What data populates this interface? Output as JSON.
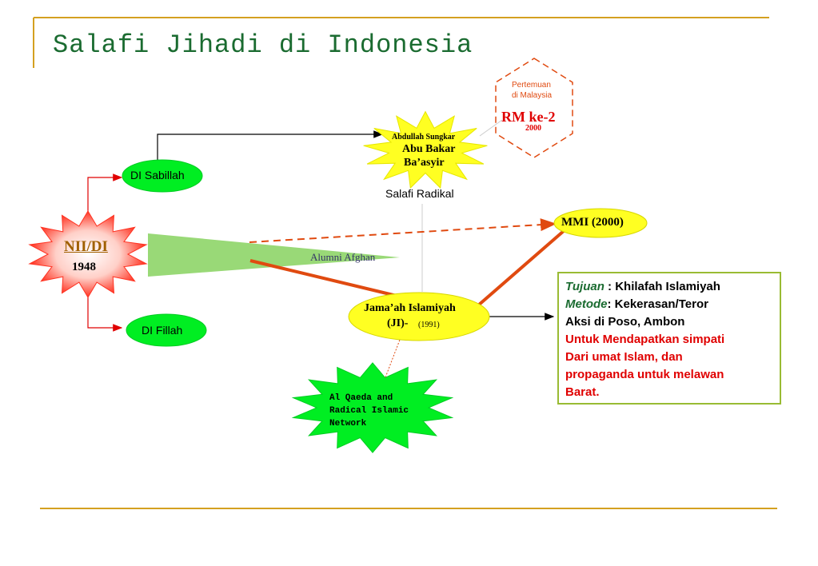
{
  "title": "Salafi Jihadi di Indonesia",
  "nodes": {
    "nii": {
      "label": "NII/DI",
      "year": "1948"
    },
    "di_sabillah": {
      "label": "DI Sabillah"
    },
    "di_fillah": {
      "label": "DI Fillah"
    },
    "abubakar": {
      "small": "Abdullah Sungkar",
      "line1": "Abu Bakar",
      "line2": "Ba’asyir"
    },
    "salafi_radikal": {
      "label": "Salafi Radikal"
    },
    "pertemuan": {
      "line1": "Pertemuan",
      "line2": "di Malaysia",
      "rm": "RM ke-2",
      "year": "2000"
    },
    "mmi": {
      "label": "MMI (2000)"
    },
    "alumni": {
      "label": "Alumni Afghan"
    },
    "ji": {
      "line1": "Jama’ah Islamiyah",
      "line2": "(JI)-",
      "year": "(1991)"
    },
    "alqaeda": {
      "line1": "Al Qaeda and",
      "line2": "Radical Islamic",
      "line3": "Network"
    }
  },
  "info_box": {
    "tujuan_label": "Tujuan",
    "tujuan_text": " : Khilafah Islamiyah",
    "metode_label": "Metode",
    "metode_text": ": Kekerasan/Teror",
    "line3": "Aksi di Poso, Ambon",
    "red1": "Untuk Mendapatkan simpati",
    "red2": "Dari umat Islam, dan",
    "red3": "propaganda untuk melawan",
    "red4": "Barat."
  },
  "colors": {
    "title": "#1a6b30",
    "rule": "#d4a020",
    "green_node": "#00ee22",
    "yellow_node": "#ffff22",
    "red_arrow": "#e00000",
    "orange_line": "#e04a10",
    "wedge": "#99d977",
    "box_border": "#99bb33"
  }
}
